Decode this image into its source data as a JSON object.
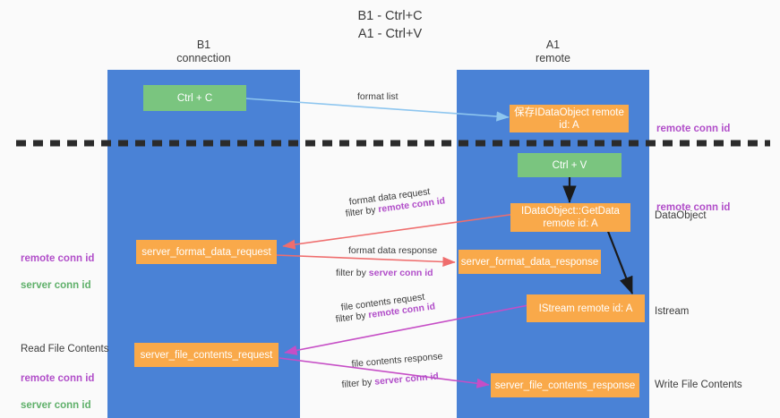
{
  "heading": "B1 - Ctrl+C\nA1 - Ctrl+V",
  "columns": [
    {
      "name": "b1",
      "title": "B1\nconnection"
    },
    {
      "name": "a1",
      "title": "A1\nremote"
    }
  ],
  "nodes": {
    "ctrl_c": "Ctrl + C",
    "ctrl_v": "Ctrl + V",
    "save_idataobject": "保存IDataObject\nremote id: A",
    "idataobject_getdata": "IDataObject::GetData\nremote id: A",
    "istream": "IStream\nremote id: A",
    "server_format_data_request": "server_format_data_request",
    "server_format_data_response": "server_format_data_response",
    "server_file_contents_request": "server_file_contents_request",
    "server_file_contents_response": "server_file_contents_response"
  },
  "edge_labels": {
    "format_list": "format list",
    "format_data_request": "format data request",
    "format_data_request_filter_prefix": "filter by ",
    "format_data_request_filter_key": "remote conn id",
    "format_data_response": "format data response",
    "format_data_response_filter_prefix": "filter by ",
    "format_data_response_filter_key": "server conn id",
    "file_contents_request": "file contents request",
    "file_contents_request_filter_prefix": "filter by ",
    "file_contents_request_filter_key": "remote conn id",
    "file_contents_response": "file contents response",
    "file_contents_response_filter_prefix": "filter by ",
    "file_contents_response_filter_key": "server conn id"
  },
  "side_labels": {
    "right_remote_conn_id_top": "remote conn id",
    "right_remote_conn_id_mid": "remote conn id",
    "right_dataobject": "DataObject",
    "right_istream": "Istream",
    "right_write_file_contents": "Write File Contents",
    "left_remote_conn_id": "remote conn id",
    "left_server_conn_id": "server conn id",
    "left_read_file_contents": "Read File Contents",
    "left_remote_conn_id_2": "remote conn id",
    "left_server_conn_id_2": "server conn id"
  },
  "colors": {
    "column_blue": "#4a82d6",
    "node_green": "#7ac57f",
    "node_orange": "#f9a94a",
    "accent_purple": "#b14ec9",
    "accent_green": "#5fb06a",
    "arrow_lightblue": "#8ec6ef",
    "arrow_red": "#ef6d6d",
    "arrow_magenta": "#c64ec6",
    "arrow_black": "#1a1a1a",
    "background": "#fafafa"
  }
}
